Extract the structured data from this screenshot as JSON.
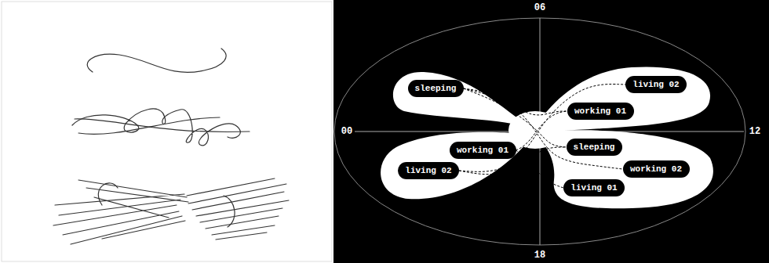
{
  "diagram": {
    "nodes": [
      {
        "text": [
          "sleeping"
        ]
      },
      {
        "text": [
          "living 02"
        ]
      },
      {
        "text": [
          "working 01"
        ]
      },
      {
        "text": [
          "sleeping"
        ]
      },
      {
        "text": [
          "working 01"
        ]
      },
      {
        "text": [
          "working 02"
        ]
      },
      {
        "text": [
          "living 02"
        ]
      },
      {
        "text": [
          "living 01"
        ]
      }
    ],
    "edges": [
      {
        "from": 0,
        "to": 3,
        "arrow": "none"
      },
      {
        "from": 0,
        "to": 2,
        "arrow": "none"
      },
      {
        "from": 4,
        "to": 2,
        "arrow": "none"
      },
      {
        "from": 6,
        "to": 1,
        "arrow": "none"
      },
      {
        "from": 0,
        "to": 5,
        "arrow": "none"
      },
      {
        "from": 4,
        "to": 7,
        "arrow": "none"
      },
      {
        "from": 6,
        "to": 3,
        "arrow": "none"
      }
    ],
    "labels": [
      "06",
      "18",
      "00",
      "12"
    ]
  }
}
